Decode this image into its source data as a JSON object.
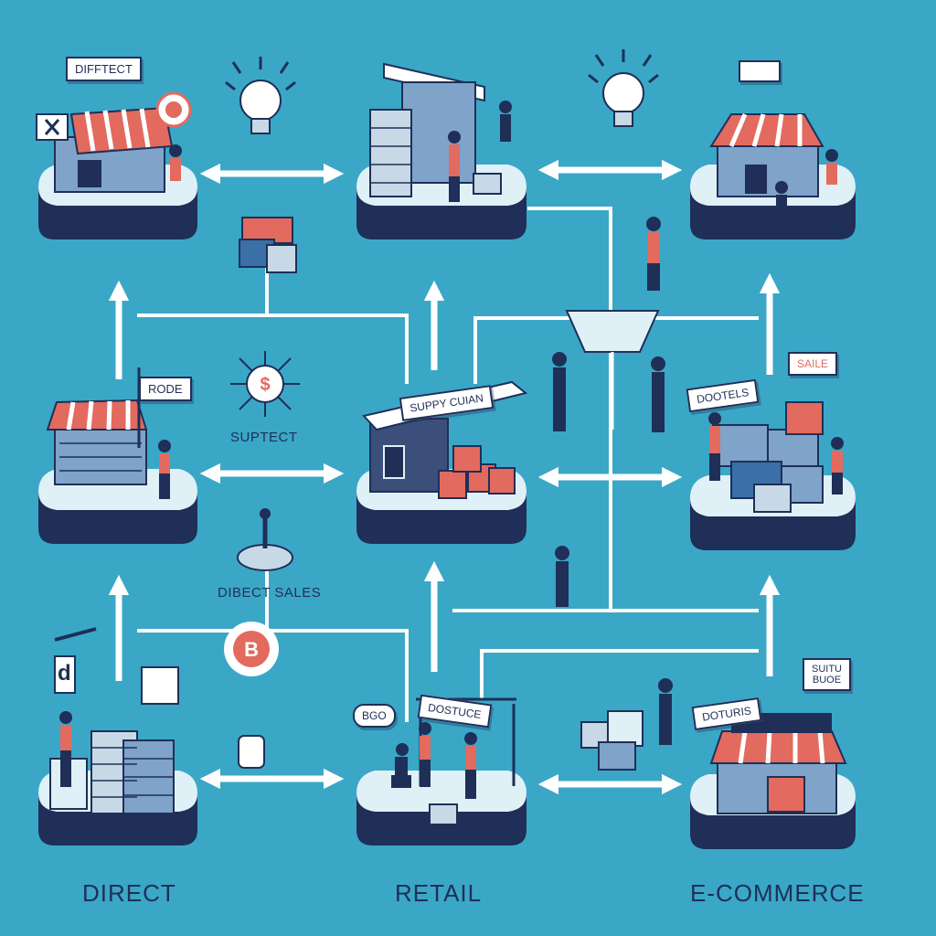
{
  "texts": {
    "top_left_sign": "DIFFTECT",
    "supply_chain_sign": "SUPPY CUIAN",
    "role_flag": "RODE",
    "suptect_label": "SUPTECT",
    "direct_sales_label": "DIBECT SALES",
    "doutels_sign": "DOOTELS",
    "saile_sign": "SAILE",
    "dostuce_sign": "DOSTUCE",
    "bgo_bubble": "BGO",
    "doturis_sign": "DOTURIS",
    "suitu_sign_line1": "SUITU",
    "suitu_sign_line2": "BUOE",
    "col_direct": "DIRECT",
    "col_retail": "RETAIL",
    "col_ecommerce": "E-COMMERCE",
    "coin_symbol": "B",
    "bitcoin_symbol": "B",
    "letter_d": "d"
  },
  "colors": {
    "background": "#3aa7c7",
    "platform_top": "#dff1f7",
    "platform_side": "#1f2f57",
    "accent": "#e26a5e",
    "arrow": "#ffffff",
    "ink": "#1f2f57",
    "box_blue": "#7fa3c9"
  },
  "icons": [
    "lightbulb-icon",
    "bitcoin-icon",
    "dollar-coin-icon",
    "network-icon",
    "funnel-icon",
    "chat-bubble-icon"
  ]
}
